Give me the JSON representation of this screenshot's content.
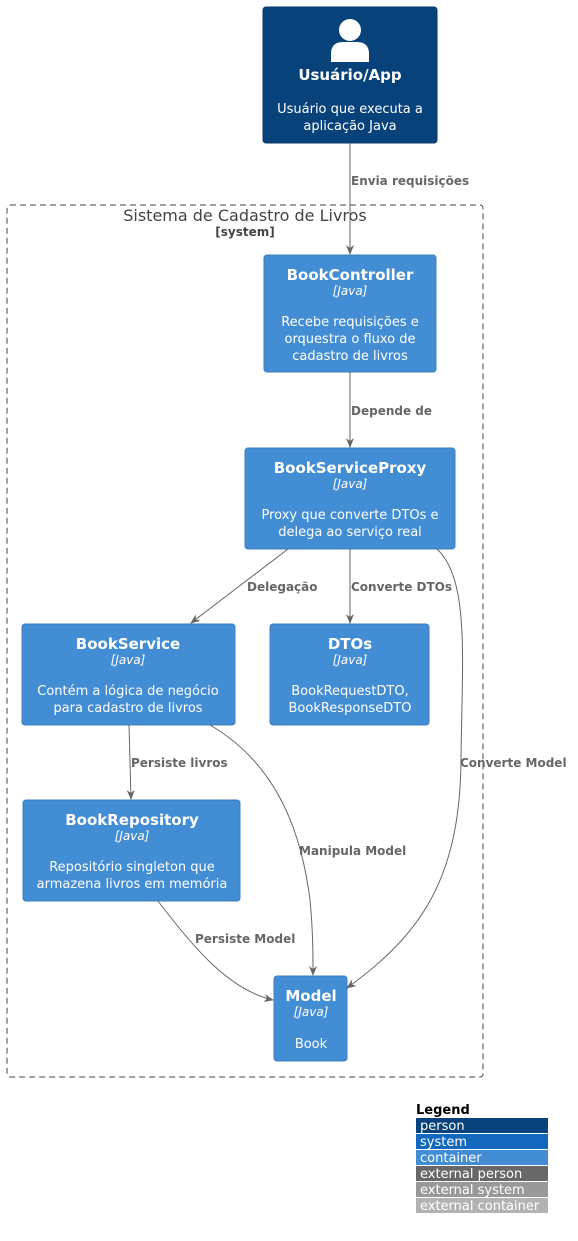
{
  "person": {
    "name": "Usuário/App",
    "desc_line1": "Usuário que executa a",
    "desc_line2": "aplicação Java",
    "color": "#08427B"
  },
  "boundary": {
    "title": "Sistema de Cadastro de Livros",
    "type": "[system]"
  },
  "containers": {
    "controller": {
      "name": "BookController",
      "tech": "[Java]",
      "desc_line1": "Recebe requisições e",
      "desc_line2": "orquestra o fluxo de",
      "desc_line3": "cadastro de livros"
    },
    "proxy": {
      "name": "BookServiceProxy",
      "tech": "[Java]",
      "desc_line1": "Proxy que converte DTOs e",
      "desc_line2": "delega ao serviço real"
    },
    "service": {
      "name": "BookService",
      "tech": "[Java]",
      "desc_line1": "Contém a lógica de negócio",
      "desc_line2": "para cadastro de livros"
    },
    "dtos": {
      "name": "DTOs",
      "tech": "[Java]",
      "desc_line1": "BookRequestDTO,",
      "desc_line2": "BookResponseDTO"
    },
    "repository": {
      "name": "BookRepository",
      "tech": "[Java]",
      "desc_line1": "Repositório singleton que",
      "desc_line2": "armazena livros em memória"
    },
    "model": {
      "name": "Model",
      "tech": "[Java]",
      "desc_line1": "Book"
    },
    "color": "#438DD5"
  },
  "relations": {
    "envia": "Envia requisições",
    "depende": "Depende de",
    "delegacao": "Delegação",
    "converte_dtos": "Converte DTOs",
    "converte_model": "Converte Model",
    "persiste_livros": "Persiste livros",
    "manipula_model": "Manipula Model",
    "persiste_model": "Persiste Model"
  },
  "legend": {
    "title": "Legend",
    "items": [
      {
        "label": "person",
        "color": "#08427B"
      },
      {
        "label": "system",
        "color": "#1168BD"
      },
      {
        "label": "container",
        "color": "#438DD5"
      },
      {
        "label": "external person",
        "color": "#686868"
      },
      {
        "label": "external system",
        "color": "#999999"
      },
      {
        "label": "external container",
        "color": "#B3B3B3"
      }
    ]
  }
}
